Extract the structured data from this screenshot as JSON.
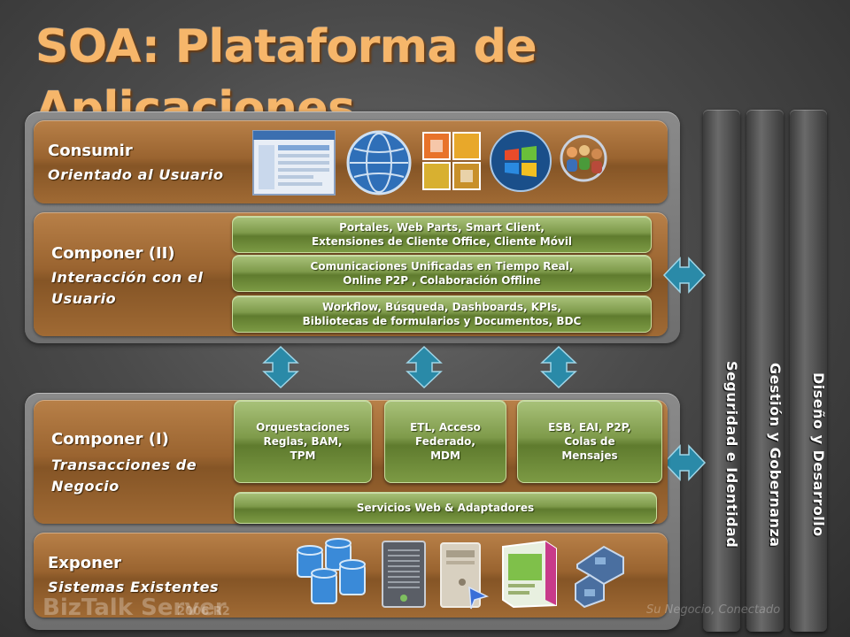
{
  "title": "SOA: Plataforma de Aplicaciones",
  "layers": {
    "consumir": {
      "title": "Consumir",
      "subtitle": "Orientado al Usuario"
    },
    "componer2": {
      "title": "Componer (II)",
      "subtitle_lines": [
        "Interacción con el",
        "Usuario"
      ]
    },
    "componer1": {
      "title": "Componer (I)",
      "subtitle_lines": [
        "Transacciones de",
        "Negocio"
      ]
    },
    "exponer": {
      "title": "Exponer",
      "subtitle": "Sistemas Existentes"
    }
  },
  "interaction_bars": [
    {
      "lines": [
        "Portales, Web Parts, Smart Client,",
        "Extensiones de Cliente Office, Cliente Móvil"
      ]
    },
    {
      "lines": [
        "Comunicaciones Unificadas en Tiempo Real,",
        "Online P2P , Colaboración Offline"
      ]
    },
    {
      "lines": [
        "Workflow,  Búsqueda, Dashboards, KPIs,",
        "Bibliotecas de formularios y Documentos, BDC"
      ]
    }
  ],
  "transaction_boxes": [
    {
      "lines": [
        "Orquestaciones",
        "Reglas, BAM,",
        "TPM"
      ]
    },
    {
      "lines": [
        "ETL, Acceso",
        "Federado,",
        "MDM"
      ]
    },
    {
      "lines": [
        "ESB, EAI, P2P,",
        "Colas de",
        "Mensajes"
      ]
    }
  ],
  "services_bar": "Servicios Web & Adaptadores",
  "columns": [
    "Seguridad e Identidad",
    "Gestión y Gobernanza",
    "Diseño y Desarrollo"
  ],
  "footer": {
    "product_name": "BizTalk Server",
    "product_version": "2006 R2",
    "tagline": "Su Negocio, Conectado"
  },
  "colors": {
    "title": "#f6b66a",
    "band": "#9a6430",
    "green": "#7e9a4a",
    "arrow": "#2a8aa8"
  }
}
